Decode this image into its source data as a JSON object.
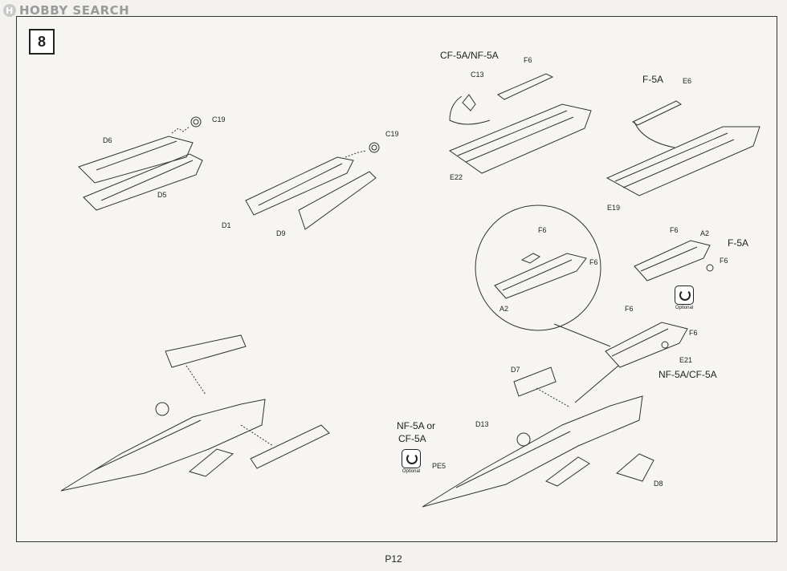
{
  "watermark": {
    "text": "HOBBY SEARCH",
    "badge": "H"
  },
  "step": {
    "number": "8"
  },
  "variants": {
    "cf5a_nf5a": "CF-5A/NF-5A",
    "f5a_top": "F-5A",
    "f5a_mid": "F-5A",
    "nf5a_cf5a": "NF-5A/CF-5A",
    "nf5a_or_line1": "NF-5A or",
    "nf5a_or_line2": "CF-5A"
  },
  "optional": {
    "label": "Optional"
  },
  "parts": {
    "c19_left": "C19",
    "d6": "D6",
    "d5": "D5",
    "c19_mid": "C19",
    "d1": "D1",
    "d9": "D9",
    "c13": "C13",
    "f6_top": "F6",
    "e22": "E22",
    "e6": "E6",
    "e19": "E19",
    "f6_circle_top": "F6",
    "f6_circle_right": "F6",
    "a2_circle": "A2",
    "f6_mid_left": "F6",
    "a2_mid": "A2",
    "f6_mid_right": "F6",
    "f6_e21_top": "F6",
    "f6_e21_right": "F6",
    "e21": "E21",
    "d7": "D7",
    "d13": "D13",
    "pe5": "PE5",
    "d8": "D8"
  },
  "page": {
    "number": "P12"
  }
}
